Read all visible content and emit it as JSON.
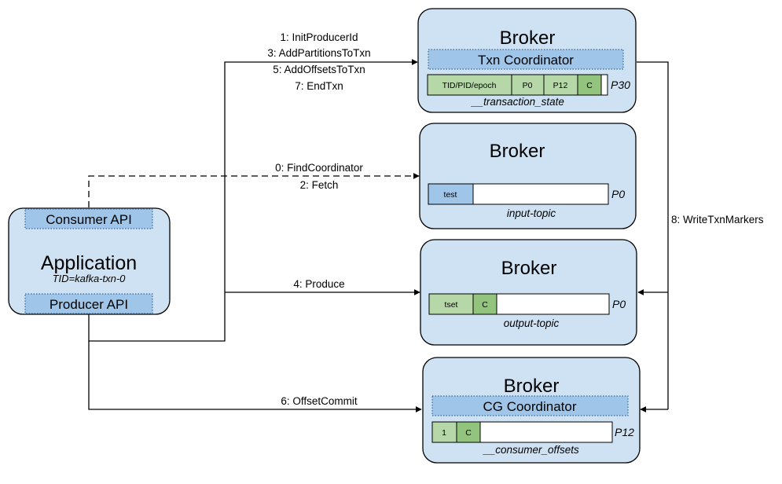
{
  "application": {
    "title": "Application",
    "tid": "TID=kafka-txn-0",
    "consumer_api": "Consumer API",
    "producer_api": "Producer API"
  },
  "brokers": [
    {
      "title": "Broker",
      "coordinator": "Txn Coordinator",
      "segments": [
        "TID/PID/epoch",
        "P0",
        "P12",
        "C"
      ],
      "partition": "P30",
      "topic": "__transaction_state"
    },
    {
      "title": "Broker",
      "segments": [
        "test"
      ],
      "partition": "P0",
      "topic": "input-topic"
    },
    {
      "title": "Broker",
      "segments": [
        "tset",
        "C"
      ],
      "partition": "P0",
      "topic": "output-topic"
    },
    {
      "title": "Broker",
      "coordinator": "CG Coordinator",
      "segments": [
        "1",
        "C"
      ],
      "partition": "P12",
      "topic": "__consumer_offsets"
    }
  ],
  "edges": {
    "txn_requests": [
      "1: InitProducerId",
      "3: AddPartitionsToTxn",
      "5: AddOffsetsToTxn",
      "7: EndTxn"
    ],
    "consumer_requests": [
      "0: FindCoordinator",
      "2: Fetch"
    ],
    "produce": "4: Produce",
    "offset_commit": "6: OffsetCommit",
    "write_markers": "8: WriteTxnMarkers"
  }
}
